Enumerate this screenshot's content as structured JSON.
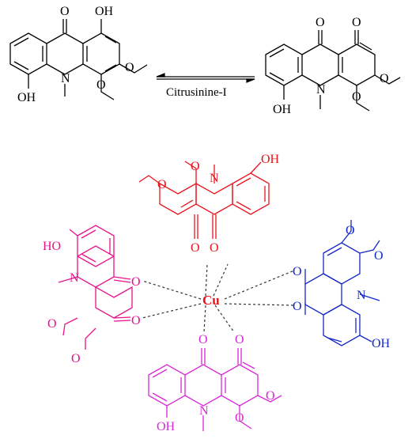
{
  "reaction": {
    "label": "Citrusinine-I",
    "left": {
      "oh_top": "OH",
      "oh_bottom": "OH",
      "o_keto": "O",
      "n": "N"
    },
    "right": {
      "o_keto1": "O",
      "o_keto2": "O",
      "oh": "OH",
      "n": "N"
    }
  },
  "complex": {
    "metal": "Cu",
    "colors": {
      "top": "#e8141c",
      "left": "#e8128c",
      "right": "#1428c8",
      "bottom": "#d62ad6",
      "bond": "#222222"
    },
    "top": {
      "oh": "OH",
      "n": "N",
      "o1": "O",
      "o2": "O"
    },
    "left": {
      "oh": "HO",
      "n": "N",
      "o1": "O",
      "o2": "O"
    },
    "right": {
      "oh": "OH",
      "n": "N",
      "o1": "O",
      "o2": "O"
    },
    "bottom": {
      "oh": "OH",
      "n": "N",
      "o1": "O",
      "o2": "O"
    }
  }
}
